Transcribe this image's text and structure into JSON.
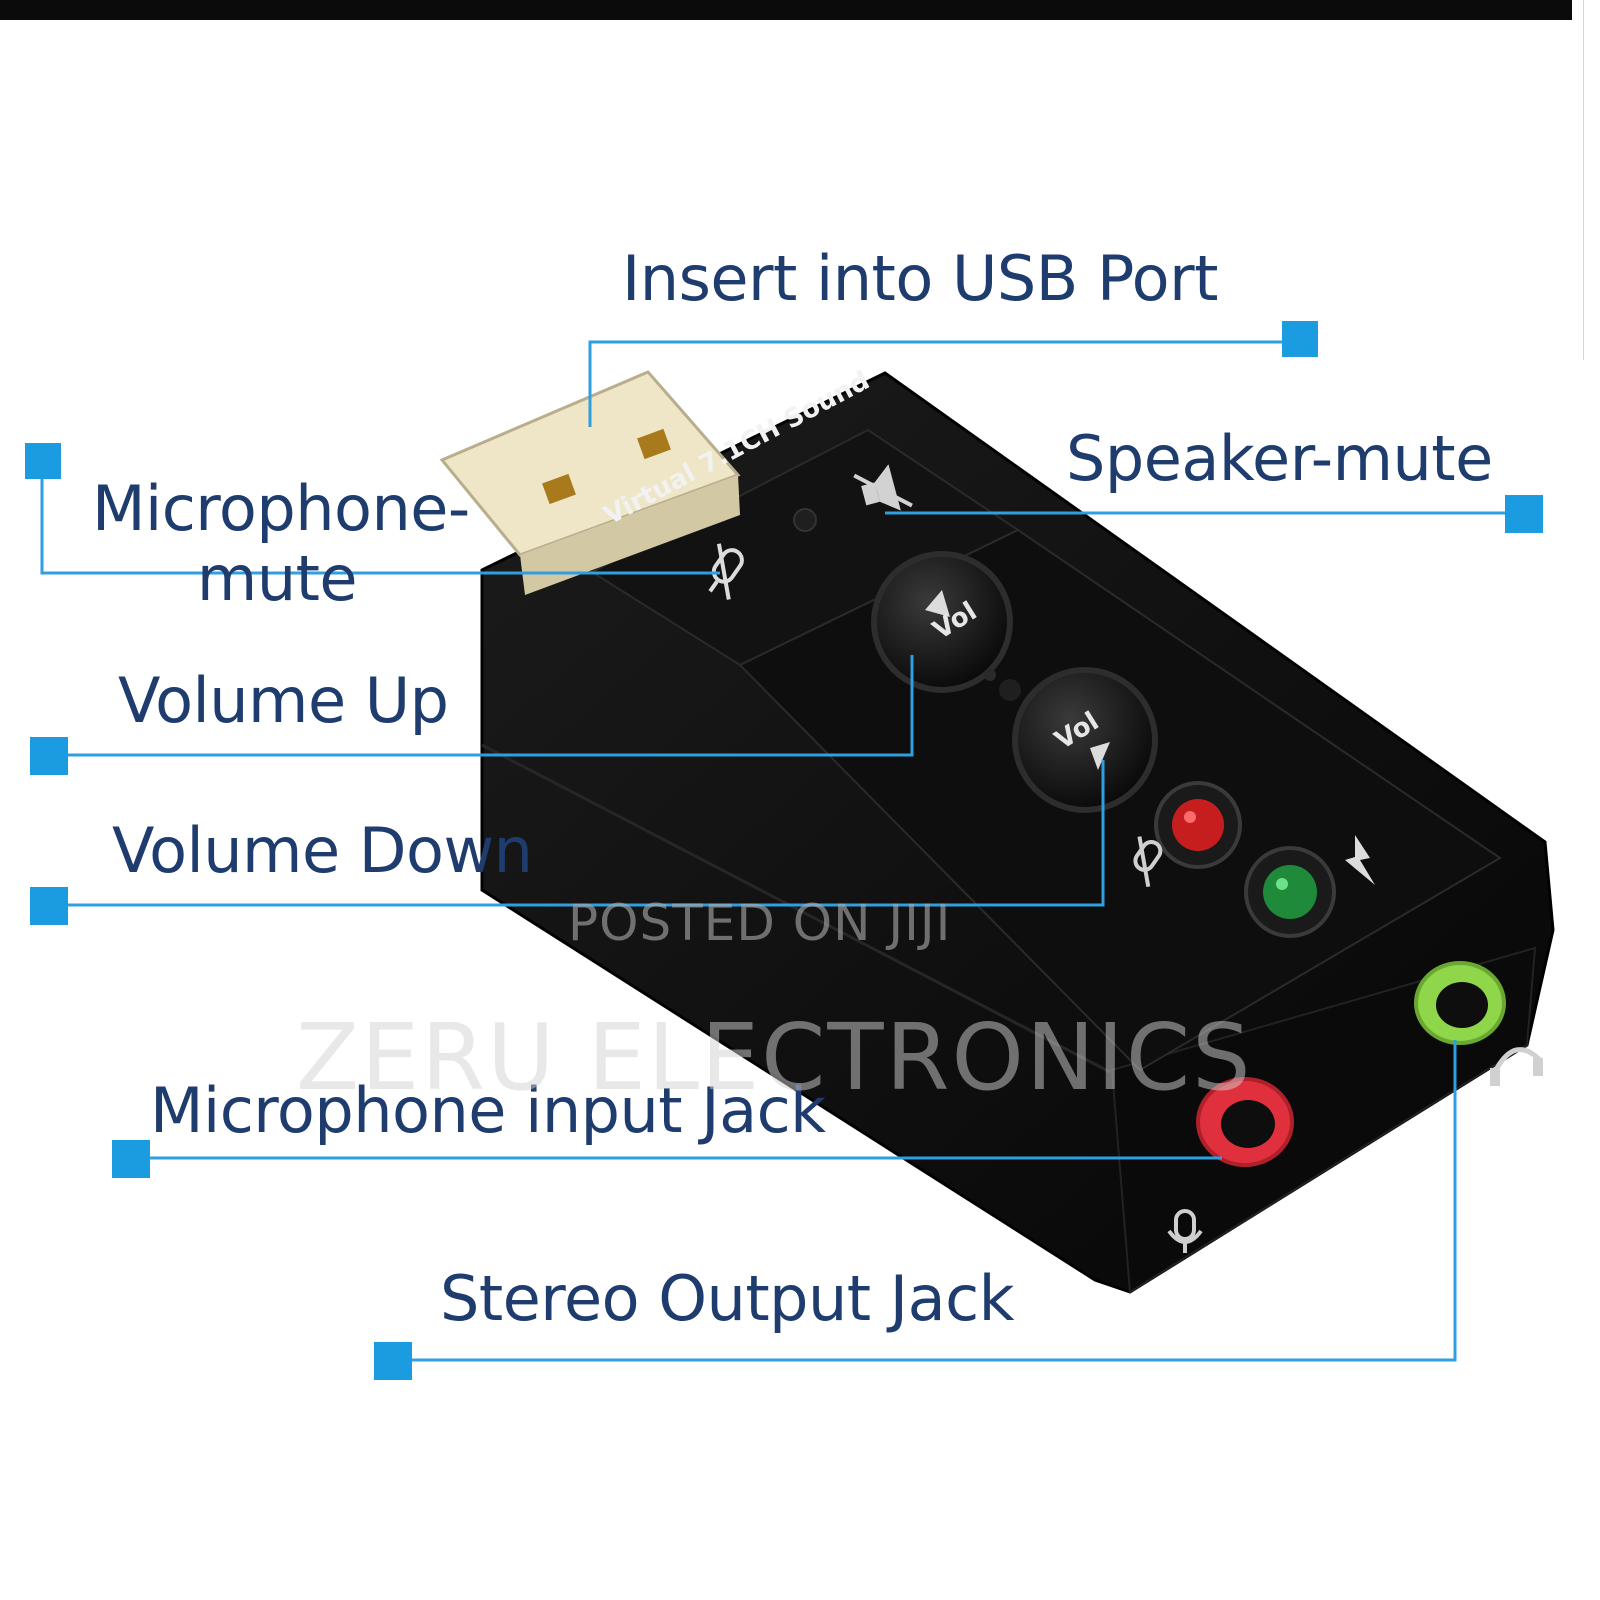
{
  "labels": {
    "usb_port": "Insert into USB Port",
    "mic_mute_line1": "Microphone-",
    "mic_mute_line2": "mute",
    "speaker_mute": "Speaker-mute",
    "volume_up": "Volume Up",
    "volume_down": "Volume Down",
    "mic_input_jack": "Microphone input Jack",
    "stereo_output_jack": "Stereo Output Jack"
  },
  "device": {
    "printed_text": "Virtual 7.1CH Sound",
    "vol_up_button_text": "Vol",
    "vol_down_button_text": "Vol"
  },
  "watermarks": {
    "posted": "POSTED ON JIJI",
    "brand": "ZERU ELECTRONICS"
  },
  "colors": {
    "label_text": "#1f3c6e",
    "leader_line": "#2f9fe0",
    "device_body": "#0c0c0c",
    "usb_plug": "#efe6c8",
    "mic_jack": "#e0303d",
    "output_jack": "#8fd64a",
    "led_red": "#c61e1e",
    "led_green": "#1f8a3a"
  },
  "icons": {
    "mic_mute": "mic-muted-icon",
    "speaker_mute": "speaker-muted-icon",
    "power": "lightning-icon",
    "headphone": "headphone-icon",
    "microphone": "microphone-icon"
  }
}
